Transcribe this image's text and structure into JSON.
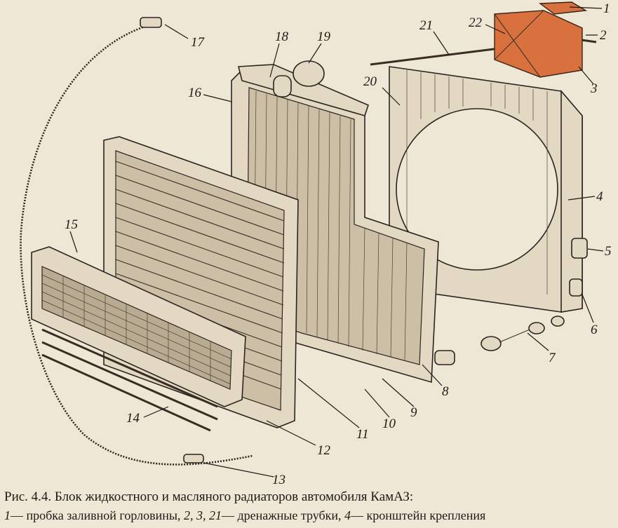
{
  "caption": {
    "title": "Рис. 4.4. Блок жидкостного и масляного радиаторов автомобиля КамАЗ:",
    "legend_parts": [
      {
        "num": "1",
        "text": "— пробка заливной горловины, "
      },
      {
        "num": "2, 3, 21",
        "text": "— дренажные трубки, "
      },
      {
        "num": "4",
        "text": "— кронштейн крепления"
      }
    ]
  },
  "callouts": [
    "1",
    "2",
    "3",
    "4",
    "5",
    "6",
    "7",
    "8",
    "9",
    "10",
    "11",
    "12",
    "13",
    "14",
    "15",
    "16",
    "17",
    "18",
    "19",
    "20",
    "21",
    "22"
  ]
}
